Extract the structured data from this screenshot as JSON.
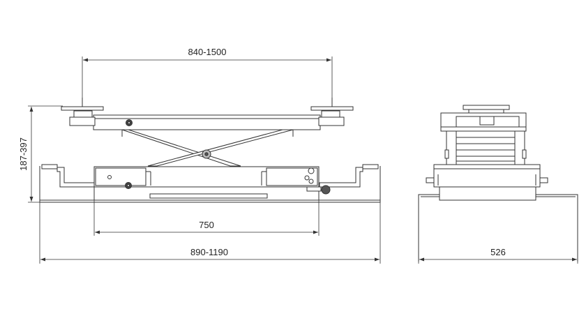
{
  "dimensions": {
    "platform_span": "840-1500",
    "lift_height": "187-397",
    "base_length": "750",
    "arm_extension": "890-1190",
    "side_width": "526"
  }
}
